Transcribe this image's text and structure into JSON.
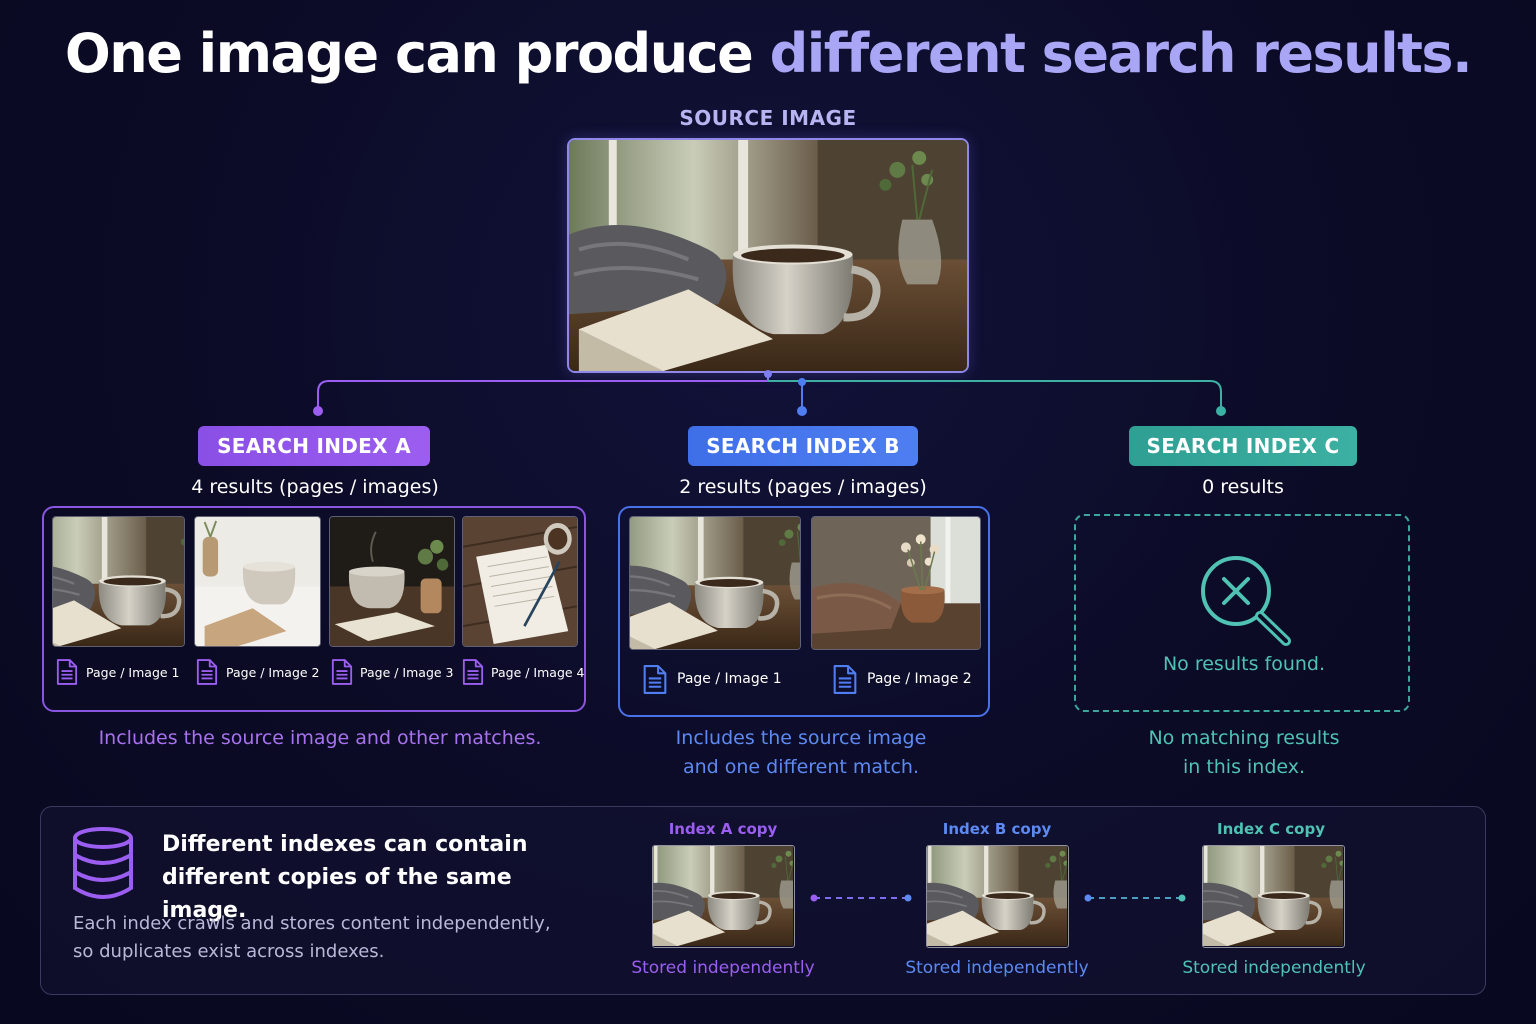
{
  "title": {
    "lead": "One image can produce",
    "highlight": "different search results."
  },
  "source": {
    "label": "SOURCE IMAGE"
  },
  "indexes": {
    "a": {
      "pill": "SEARCH INDEX A",
      "count": "4 results (pages / images)",
      "results": [
        "Page / Image 1",
        "Page / Image 2",
        "Page / Image 3",
        "Page / Image 4"
      ],
      "desc_line1": "Includes the source image and other matches.",
      "color": "#9b5ef0"
    },
    "b": {
      "pill": "SEARCH INDEX B",
      "count": "2 results (pages / images)",
      "results": [
        "Page / Image 1",
        "Page / Image 2"
      ],
      "desc_line1": "Includes the source image",
      "desc_line2": "and one different match.",
      "color": "#4f7ef2"
    },
    "c": {
      "pill": "SEARCH INDEX C",
      "count": "0 results",
      "empty_text": "No results found.",
      "desc_line1": "No matching results",
      "desc_line2": "in this index.",
      "color": "#3cb0a2"
    }
  },
  "panel": {
    "heading_line1": "Different indexes can contain",
    "heading_line2": "different copies of the same image.",
    "body_line1": "Each index crawls and stores content independently,",
    "body_line2": "so duplicates exist across indexes.",
    "copies": [
      {
        "label": "Index A copy",
        "caption": "Stored independently"
      },
      {
        "label": "Index B copy",
        "caption": "Stored independently"
      },
      {
        "label": "Index C copy",
        "caption": "Stored independently"
      }
    ]
  },
  "icons": [
    "database-icon",
    "document-icon",
    "no-results-magnifier-icon"
  ]
}
